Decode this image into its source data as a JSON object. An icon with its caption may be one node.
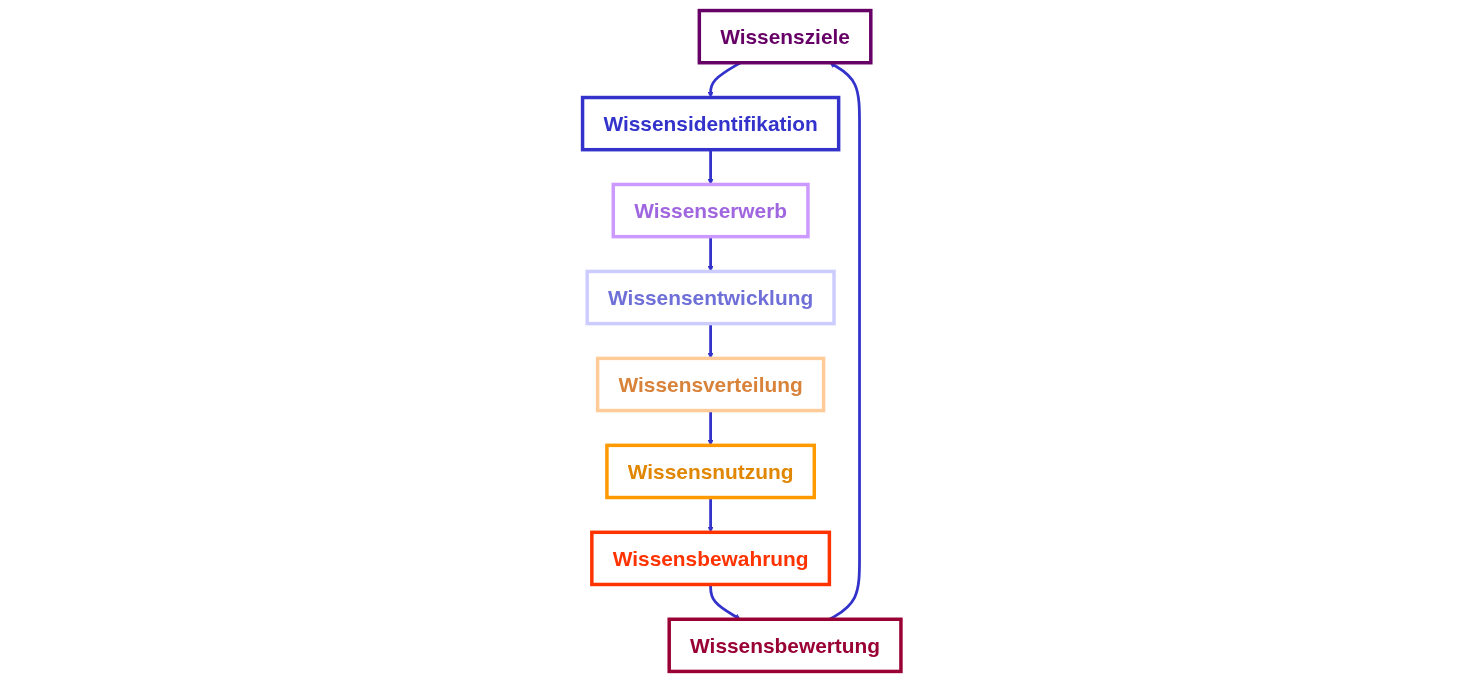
{
  "diagram": {
    "nodes": [
      {
        "text": [
          "Wissensziele"
        ]
      },
      {
        "text": [
          "Wissensidentifikation"
        ]
      },
      {
        "text": [
          "Wissenserwerb"
        ]
      },
      {
        "text": [
          "Wissensentwicklung"
        ]
      },
      {
        "text": [
          "Wissensverteilung"
        ]
      },
      {
        "text": [
          "Wissensnutzung"
        ]
      },
      {
        "text": [
          "Wissensbewahrung"
        ]
      },
      {
        "text": [
          "Wissensbewertung"
        ]
      }
    ],
    "edges": [
      {
        "from": 0,
        "to": 1,
        "arrow": "to"
      },
      {
        "from": 1,
        "to": 2,
        "arrow": "to"
      },
      {
        "from": 2,
        "to": 3,
        "arrow": "to"
      },
      {
        "from": 3,
        "to": 4,
        "arrow": "to"
      },
      {
        "from": 4,
        "to": 5,
        "arrow": "to"
      },
      {
        "from": 5,
        "to": 6,
        "arrow": "to"
      },
      {
        "from": 6,
        "to": 7,
        "arrow": "to"
      },
      {
        "from": 7,
        "to": 0,
        "arrow": "to"
      }
    ]
  }
}
